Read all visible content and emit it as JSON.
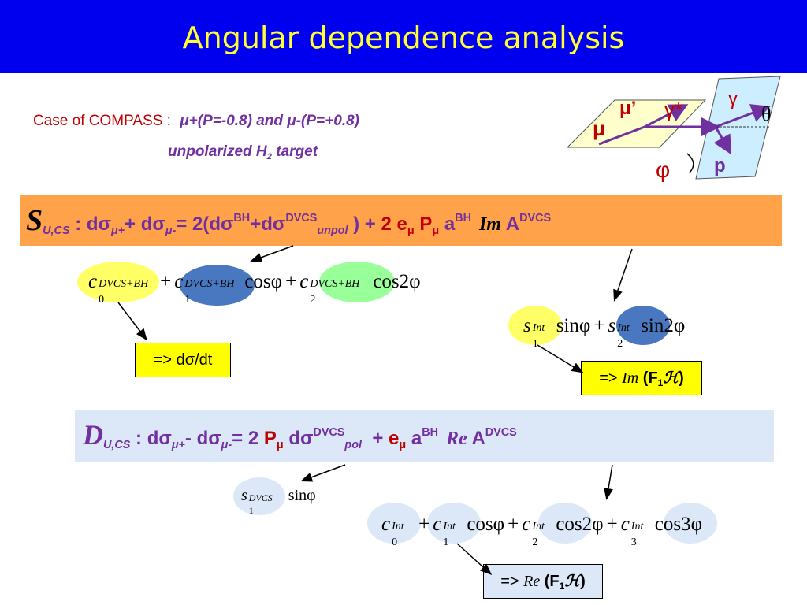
{
  "title": "Angular dependence analysis",
  "case_line": {
    "label": "Case of COMPASS :",
    "beams": "μ+(P=-0.8)  and μ-(P=+0.8)",
    "target_prefix": "unpolarized H",
    "target_sub": "2",
    "target_suffix": " target"
  },
  "diagram": {
    "mu": "μ",
    "mu_prime": "μ’",
    "gamma_star": "γ*",
    "gamma": "γ",
    "theta": "θ",
    "phi": "φ",
    "p": "p"
  },
  "s_formula": {
    "symbol": "S",
    "sub": "U,CS",
    "colon": " : d",
    "sigma1": "σ",
    "sub1": "μ+",
    "plus": "+ d",
    "sigma2": "σ",
    "sub2": "μ-",
    "eq": "= 2(d",
    "sigma3": "σ",
    "sup_bh": "BH",
    "plus2": "+d",
    "sigma4": "σ",
    "sup_dvcs": "DVCS",
    "sub_unpol": "unpol",
    "close": " ) +",
    "two_e": " 2 e",
    "e_sub": "μ",
    "p_letter": " P",
    "p_sub": "μ",
    "a": " a",
    "a_sup": "BH",
    "im": "Im",
    "amp": " A",
    "amp_sup": "DVCS"
  },
  "c_terms": {
    "c0": "c",
    "c0_sub": "0",
    "c0_sup": "DVCS+BH",
    "plus1": "+",
    "c1": "c",
    "c1_sub": "1",
    "c1_sup": "DVCS+BH",
    "cos1": "cosφ",
    "plus2": "+",
    "c2": "c",
    "c2_sub": "2",
    "c2_sup": "DVCS+BH",
    "cos2": "cos2φ"
  },
  "s_terms": {
    "s1": "s",
    "s1_sub": "1",
    "s1_sup": "Int",
    "sin1": "sinφ",
    "plus": "+",
    "s2": "s",
    "s2_sub": "2",
    "s2_sup": "Int",
    "sin2": "sin2φ"
  },
  "box_dsdt": "=> dσ/dt",
  "box_im": {
    "arrow": "=> ",
    "im": "Im",
    "paren_open": " (F",
    "sub": "1",
    "h": "ℋ",
    "paren_close": ")"
  },
  "d_formula": {
    "symbol": "D",
    "sub": "U,CS",
    "colon": " : d",
    "sigma1": "σ",
    "sub1": "μ+",
    "minus": "- d",
    "sigma2": "σ",
    "sub2": "μ-",
    "eq": "= 2",
    "p_letter": " P",
    "p_sub": "μ",
    "d": " d",
    "sigma3": "σ",
    "sup_dvcs": "DVCS",
    "sub_pol": "pol",
    "plus": "  +",
    "e": " e",
    "e_sub": "μ",
    "a": " a",
    "a_sup": "BH",
    "re": "Re",
    "amp": " A",
    "amp_sup": "DVCS"
  },
  "s_dvcs_term": {
    "s": "s",
    "sub": "1",
    "sup": "DVCS",
    "sin": "sinφ"
  },
  "c_int_terms": {
    "c": "c",
    "sup": "Int",
    "sub0": "0",
    "sub1": "1",
    "sub2": "2",
    "sub3": "3",
    "plus": "+",
    "cos1": "cosφ",
    "cos2": "cos2φ",
    "cos3": "cos3φ"
  },
  "box_re": {
    "arrow": "=> ",
    "re": "Re",
    "paren_open": " (F",
    "sub": "1",
    "h": "ℋ",
    "paren_close": ")"
  },
  "colors": {
    "header_bg": "#0000ee",
    "title": "#ffff33",
    "orange_band": "#ffa24a",
    "light_band": "#dce8f8",
    "yellow_ellipse": "#ffff66",
    "blue_ellipse": "#4a78c0",
    "green_ellipse": "#99ff99",
    "purple": "#7030a0",
    "red": "#e01010",
    "dark_red": "#c00000",
    "box_fill": "#ffff00"
  }
}
